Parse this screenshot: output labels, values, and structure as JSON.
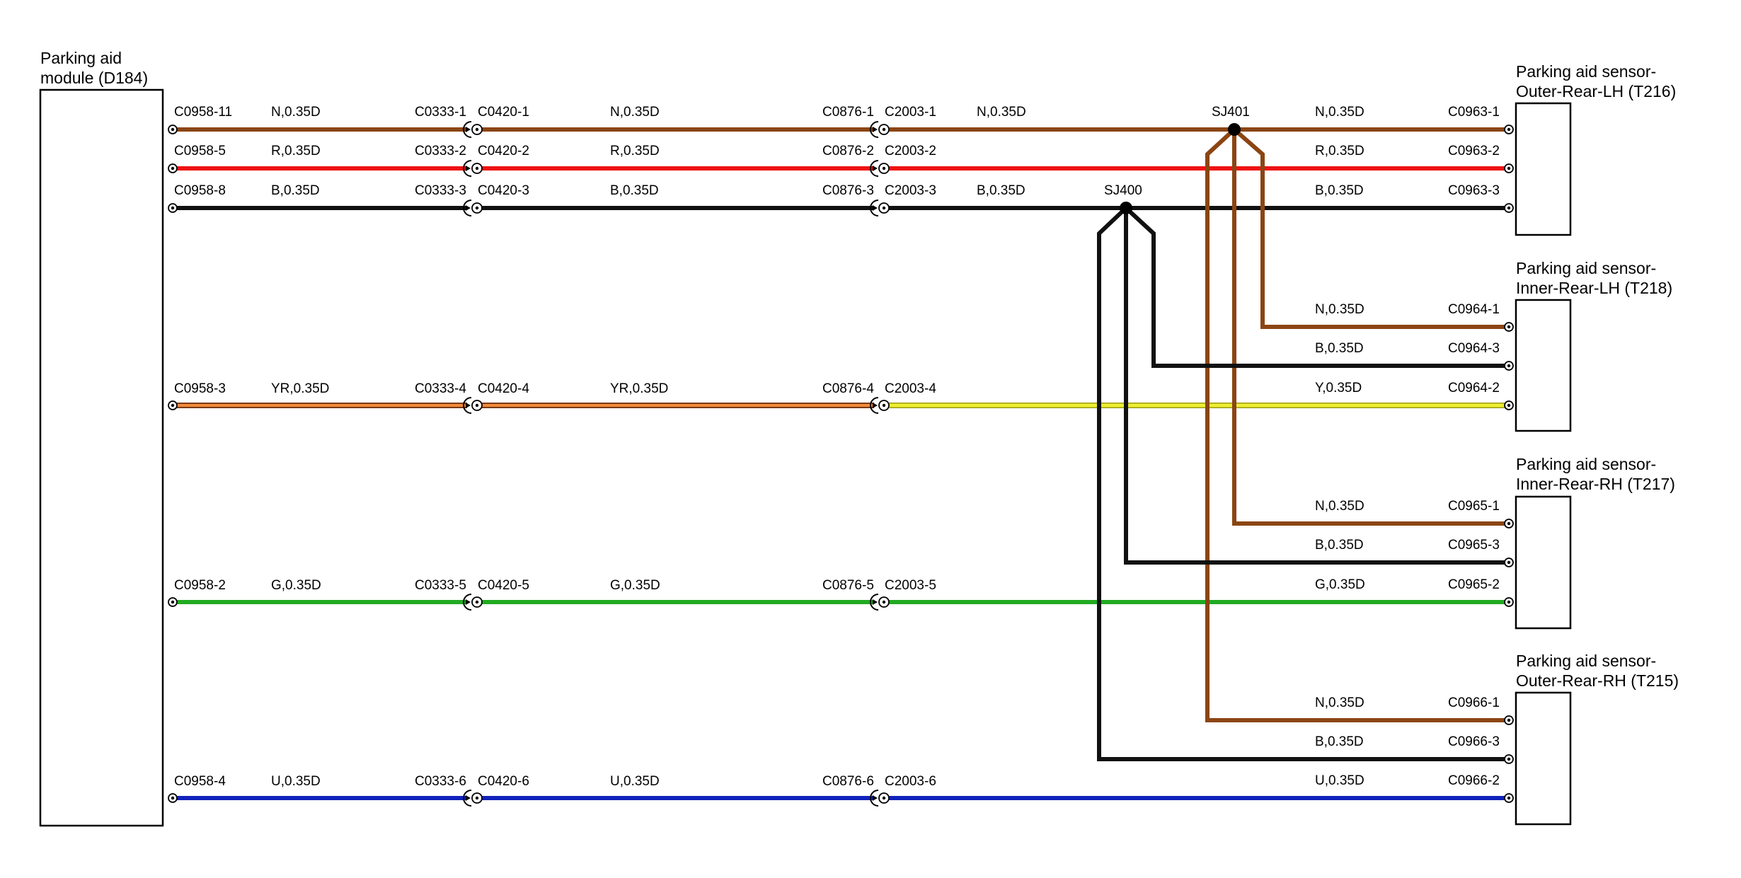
{
  "colors": {
    "N": "#8B4513",
    "R": "#EE1111",
    "B": "#111111",
    "YR": "#F08A3A",
    "Y": "#EEEE33",
    "G": "#22AA22",
    "U": "#1122BB"
  },
  "module": {
    "title_line1": "Parking aid",
    "title_line2": "module (D184)"
  },
  "sensors": [
    {
      "title_line1": "Parking aid sensor-",
      "title_line2": "Outer-Rear-LH (T216)"
    },
    {
      "title_line1": "Parking aid sensor-",
      "title_line2": "Inner-Rear-LH (T218)"
    },
    {
      "title_line1": "Parking aid sensor-",
      "title_line2": "Inner-Rear-RH (T217)"
    },
    {
      "title_line1": "Parking aid sensor-",
      "title_line2": "Outer-Rear-RH (T215)"
    }
  ],
  "circuits": [
    {
      "color": "N",
      "module_pin": "C0958-11",
      "wire_a": "N,0.35D",
      "inline1_left": "C0333-1",
      "inline1_right": "C0420-1",
      "wire_b": "N,0.35D",
      "inline2_left": "C0876-1",
      "inline2_right": "C2003-1",
      "wire_c": "N,0.35D",
      "splice": "SJ401"
    },
    {
      "color": "R",
      "module_pin": "C0958-5",
      "wire_a": "R,0.35D",
      "inline1_left": "C0333-2",
      "inline1_right": "C0420-2",
      "wire_b": "R,0.35D",
      "inline2_left": "C0876-2",
      "inline2_right": "C2003-2",
      "wire_c": "",
      "splice": ""
    },
    {
      "color": "B",
      "module_pin": "C0958-8",
      "wire_a": "B,0.35D",
      "inline1_left": "C0333-3",
      "inline1_right": "C0420-3",
      "wire_b": "B,0.35D",
      "inline2_left": "C0876-3",
      "inline2_right": "C2003-3",
      "wire_c": "B,0.35D",
      "splice": "SJ400"
    },
    {
      "color": "YR",
      "color_out": "Y",
      "module_pin": "C0958-3",
      "wire_a": "YR,0.35D",
      "inline1_left": "C0333-4",
      "inline1_right": "C0420-4",
      "wire_b": "YR,0.35D",
      "inline2_left": "C0876-4",
      "inline2_right": "C2003-4",
      "wire_c": "",
      "splice": ""
    },
    {
      "color": "G",
      "module_pin": "C0958-2",
      "wire_a": "G,0.35D",
      "inline1_left": "C0333-5",
      "inline1_right": "C0420-5",
      "wire_b": "G,0.35D",
      "inline2_left": "C0876-5",
      "inline2_right": "C2003-5",
      "wire_c": "",
      "splice": ""
    },
    {
      "color": "U",
      "module_pin": "C0958-4",
      "wire_a": "U,0.35D",
      "inline1_left": "C0333-6",
      "inline1_right": "C0420-6",
      "wire_b": "U,0.35D",
      "inline2_left": "C0876-6",
      "inline2_right": "C2003-6",
      "wire_c": "",
      "splice": ""
    }
  ],
  "sensor_pins": [
    {
      "color": "N",
      "wire": "N,0.35D",
      "pin": "C0963-1"
    },
    {
      "color": "R",
      "wire": "R,0.35D",
      "pin": "C0963-2"
    },
    {
      "color": "B",
      "wire": "B,0.35D",
      "pin": "C0963-3"
    },
    {
      "color": "N",
      "wire": "N,0.35D",
      "pin": "C0964-1"
    },
    {
      "color": "B",
      "wire": "B,0.35D",
      "pin": "C0964-3"
    },
    {
      "color": "Y",
      "wire": "Y,0.35D",
      "pin": "C0964-2"
    },
    {
      "color": "N",
      "wire": "N,0.35D",
      "pin": "C0965-1"
    },
    {
      "color": "B",
      "wire": "B,0.35D",
      "pin": "C0965-3"
    },
    {
      "color": "G",
      "wire": "G,0.35D",
      "pin": "C0965-2"
    },
    {
      "color": "N",
      "wire": "N,0.35D",
      "pin": "C0966-1"
    },
    {
      "color": "B",
      "wire": "B,0.35D",
      "pin": "C0966-3"
    },
    {
      "color": "U",
      "wire": "U,0.35D",
      "pin": "C0966-2"
    }
  ]
}
